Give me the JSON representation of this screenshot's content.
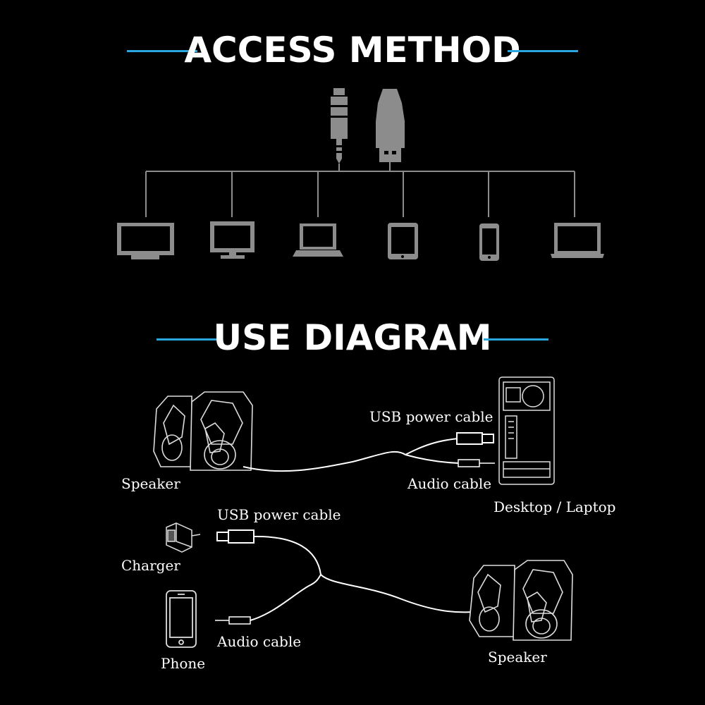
{
  "headings": {
    "access_method": "ACCESS METHOD",
    "use_diagram": "USE DIAGRAM"
  },
  "diagram": {
    "usb_power_cable_top": "USB power cable",
    "audio_cable_top": "Audio cable",
    "desktop_laptop": "Desktop / Laptop",
    "speaker_top": "Speaker",
    "usb_power_cable_bottom": "USB power cable",
    "charger": "Charger",
    "phone": "Phone",
    "audio_cable_bottom": "Audio cable",
    "speaker_bottom": "Speaker"
  },
  "icons": [
    "audio-jack-icon",
    "usb-plug-icon",
    "tv-icon",
    "monitor-icon",
    "laptop-icon",
    "tablet-icon",
    "phone-icon",
    "notebook-icon",
    "speaker-icon",
    "desktop-tower-icon",
    "charger-icon"
  ],
  "colors": {
    "accent": "#2aa6e0",
    "background": "#000000",
    "icon": "#8c8c8c"
  }
}
